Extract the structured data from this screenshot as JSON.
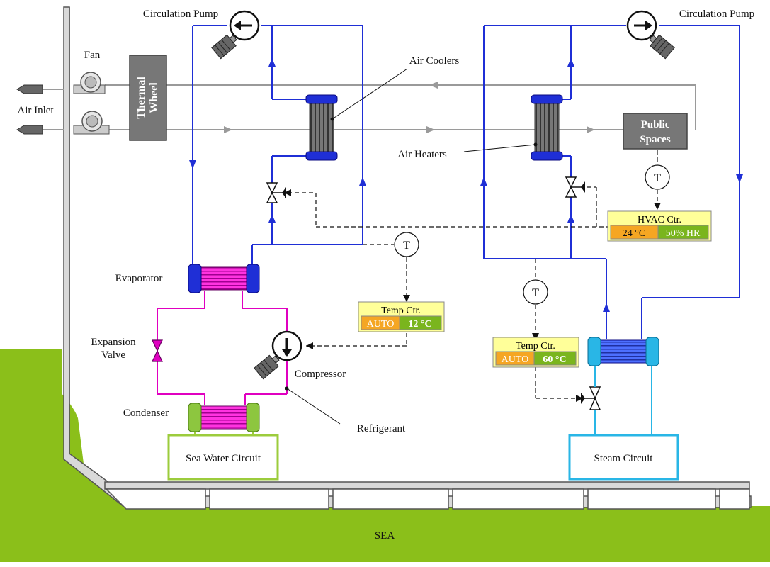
{
  "labels": {
    "circulation_pump_left": "Circulation Pump",
    "circulation_pump_right": "Circulation Pump",
    "fan": "Fan",
    "air_inlet": "Air Inlet",
    "thermal_wheel_line1": "Thermal",
    "thermal_wheel_line2": "Wheel",
    "air_coolers": "Air Coolers",
    "air_heaters": "Air Heaters",
    "public_spaces_line1": "Public",
    "public_spaces_line2": "Spaces",
    "evaporator": "Evaporator",
    "expansion_valve_line1": "Expansion",
    "expansion_valve_line2": "Valve",
    "compressor": "Compressor",
    "condenser": "Condenser",
    "refrigerant": "Refrigerant",
    "sea_water_circuit": "Sea Water Circuit",
    "steam_circuit": "Steam Circuit",
    "sea": "SEA",
    "sensor_symbol": "T"
  },
  "controllers": {
    "hvac": {
      "title": "HVAC Ctr.",
      "temp": "24 °C",
      "humidity": "50% HR"
    },
    "temp_left": {
      "title": "Temp Ctr.",
      "mode": "AUTO",
      "value": "12 °C"
    },
    "temp_right": {
      "title": "Temp Ctr.",
      "mode": "AUTO",
      "value": "60 °C"
    }
  },
  "colors": {
    "water": "#1f2fd6",
    "refrigerant": "#e000c0",
    "steam": "#29b6e6",
    "air": "#9a9a9a",
    "sea": "#8bbf1a",
    "controller_bg": "#ffff99",
    "orange": "#f5a623",
    "green": "#7ab51d"
  }
}
